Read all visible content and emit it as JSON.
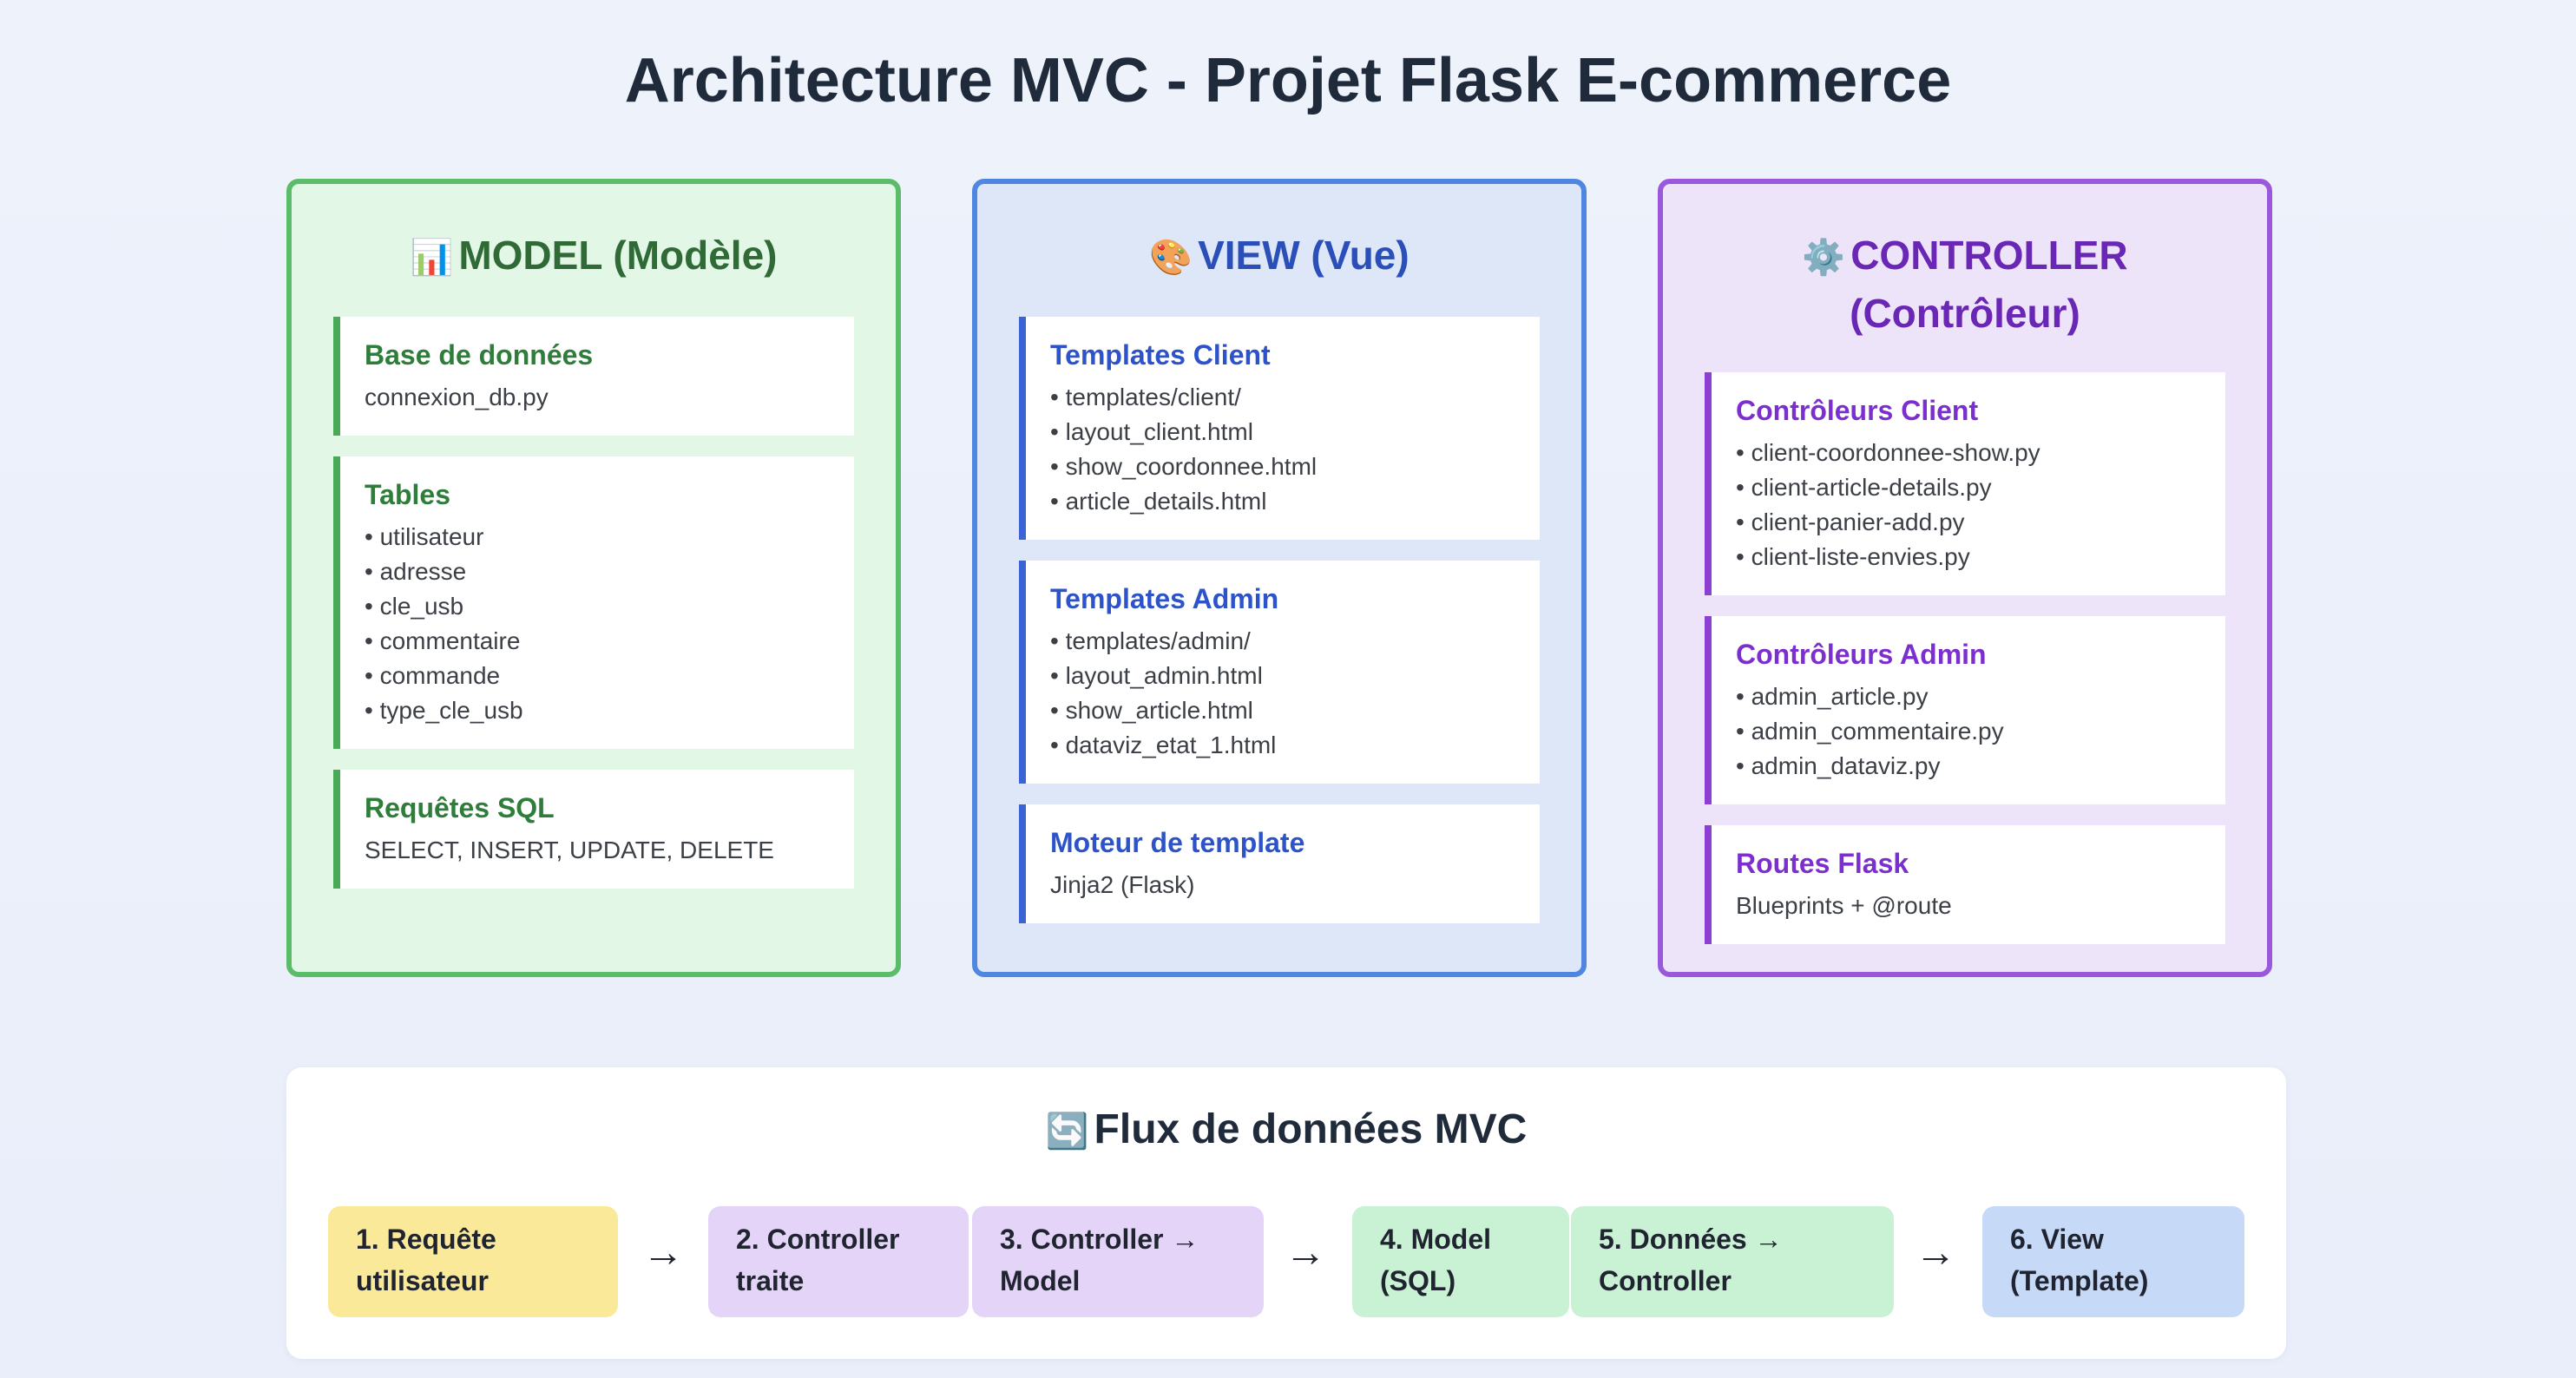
{
  "title": "Architecture MVC - Projet Flask E-commerce",
  "columns": {
    "model": {
      "icon": "📊",
      "heading": "MODEL (Modèle)",
      "cards": [
        {
          "title": "Base de données",
          "text": "connexion_db.py"
        },
        {
          "title": "Tables",
          "items": [
            "utilisateur",
            "adresse",
            "cle_usb",
            "commentaire",
            "commande",
            "type_cle_usb"
          ]
        },
        {
          "title": "Requêtes SQL",
          "text": "SELECT, INSERT, UPDATE, DELETE"
        }
      ]
    },
    "view": {
      "icon": "🎨",
      "heading": "VIEW (Vue)",
      "cards": [
        {
          "title": "Templates Client",
          "items": [
            "templates/client/",
            "layout_client.html",
            "show_coordonnee.html",
            "article_details.html"
          ]
        },
        {
          "title": "Templates Admin",
          "items": [
            "templates/admin/",
            "layout_admin.html",
            "show_article.html",
            "dataviz_etat_1.html"
          ]
        },
        {
          "title": "Moteur de template",
          "text": "Jinja2 (Flask)"
        }
      ]
    },
    "controller": {
      "icon": "⚙️",
      "heading": "CONTROLLER (Contrôleur)",
      "cards": [
        {
          "title": "Contrôleurs Client",
          "items": [
            "client-coordonnee-show.py",
            "client-article-details.py",
            "client-panier-add.py",
            "client-liste-envies.py"
          ]
        },
        {
          "title": "Contrôleurs Admin",
          "items": [
            "admin_article.py",
            "admin_commentaire.py",
            "admin_dataviz.py"
          ]
        },
        {
          "title": "Routes Flask",
          "text": "Blueprints + @route"
        }
      ]
    }
  },
  "flow": {
    "icon": "🔄",
    "heading": "Flux de données MVC",
    "steps": [
      "1. Requête utilisateur",
      "2. Controller traite",
      "3. Controller → Model",
      "4. Model (SQL)",
      "5. Données → Controller",
      "6. View (Template)"
    ],
    "arrow": "→"
  }
}
